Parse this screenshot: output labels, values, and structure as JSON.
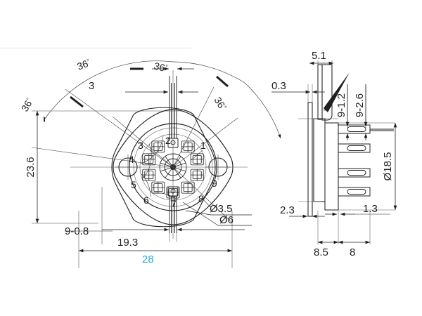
{
  "drawing": {
    "title": "9-pin tube socket mechanical drawing",
    "background_color": "#ffffff",
    "line_color": "#1f1f1f",
    "accent_color": "#2aa8e0",
    "views": [
      {
        "name": "bottom-view",
        "label": ""
      },
      {
        "name": "side-view",
        "label": ""
      }
    ]
  },
  "left_view": {
    "angles": [
      {
        "name": "angle-upper-left-outer",
        "value": "36",
        "unit": "°"
      },
      {
        "name": "angle-upper-left-inner",
        "value": "36",
        "unit": "°"
      },
      {
        "name": "angle-upper-right-inner",
        "value": "36",
        "unit": "°"
      },
      {
        "name": "angle-upper-right-outer",
        "value": "36",
        "unit": "°"
      }
    ],
    "dimensions": {
      "slot_width": "3",
      "height": "23.6",
      "pin_spec": "9-0.8",
      "pitch_width": "19.3",
      "overall_width": "28",
      "hole_large": "Ø3.5",
      "hole_center": "Ø6"
    },
    "pins": [
      "1",
      "2",
      "3",
      "4",
      "5",
      "6",
      "7",
      "8",
      "9"
    ]
  },
  "right_view": {
    "dimensions": {
      "flange_thickness": "0.3",
      "body_width_top": "5.1",
      "pin_spec_a": "9-1.2",
      "pin_spec_b": "9-2.6",
      "circle_dia": "Ø18.5",
      "notch": "2.3",
      "pin_gap": "1.3",
      "depth_a": "8.5",
      "depth_b": "8"
    }
  }
}
